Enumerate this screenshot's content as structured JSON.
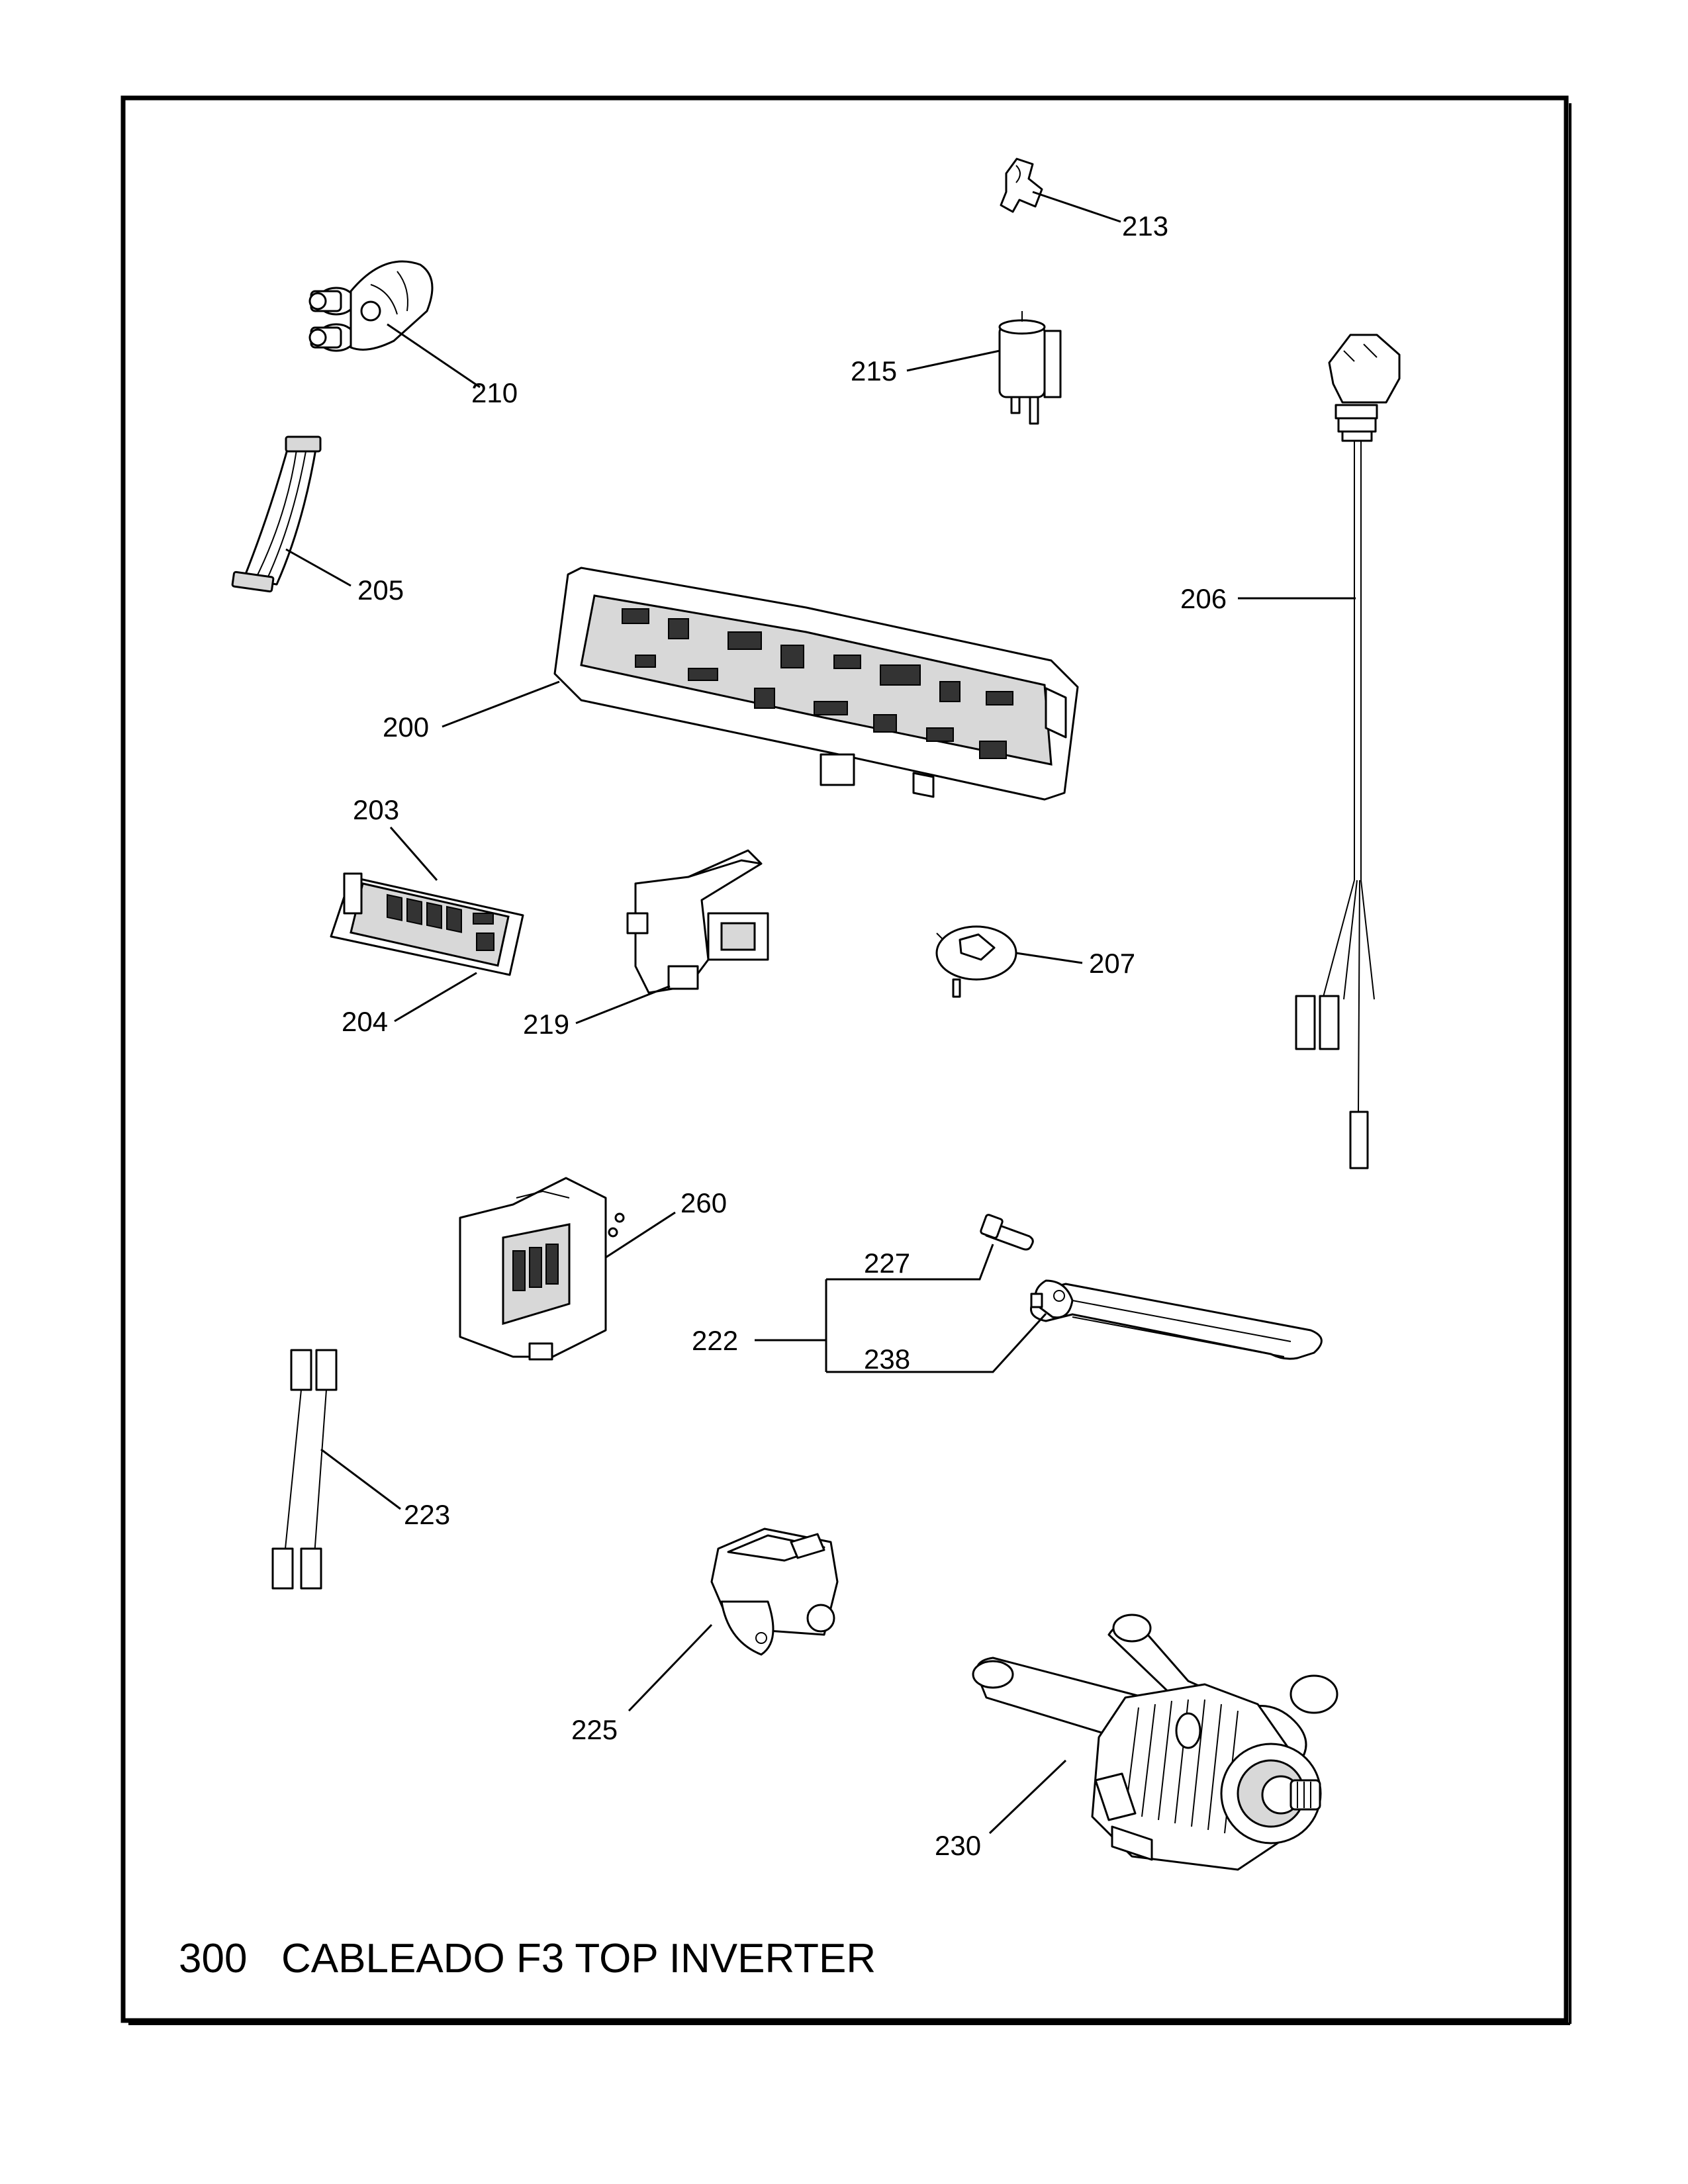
{
  "title": {
    "number": "300",
    "text": "CABLEADO F3 TOP INVERTER"
  },
  "labels": {
    "p200": "200",
    "p203": "203",
    "p204": "204",
    "p205": "205",
    "p206": "206",
    "p207": "207",
    "p210": "210",
    "p213": "213",
    "p215": "215",
    "p219": "219",
    "p222": "222",
    "p223": "223",
    "p225": "225",
    "p227": "227",
    "p230": "230",
    "p238": "238",
    "p260": "260"
  }
}
